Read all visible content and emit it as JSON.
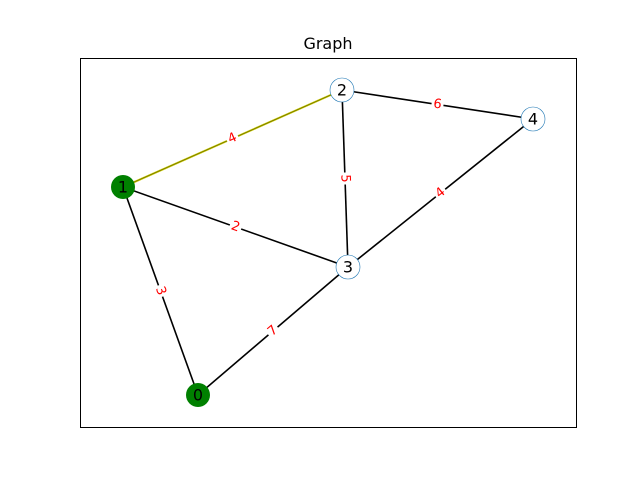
{
  "title": "Graph",
  "colors": {
    "edge": "#000000",
    "highlight_edge": "#c8c800",
    "visited_node": "#008000",
    "unvisited_node": "#ffffff",
    "unvisited_node_stroke": "#1f77b4",
    "edge_label": "#ff0000"
  },
  "nodes": [
    {
      "id": "0",
      "label": "0",
      "state": "visited"
    },
    {
      "id": "1",
      "label": "1",
      "state": "visited"
    },
    {
      "id": "2",
      "label": "2",
      "state": "unvisited"
    },
    {
      "id": "3",
      "label": "3",
      "state": "unvisited"
    },
    {
      "id": "4",
      "label": "4",
      "state": "unvisited"
    }
  ],
  "edges": [
    {
      "source": "1",
      "target": "2",
      "weight": "4",
      "highlighted": true
    },
    {
      "source": "2",
      "target": "4",
      "weight": "6",
      "highlighted": false
    },
    {
      "source": "2",
      "target": "3",
      "weight": "5",
      "highlighted": false
    },
    {
      "source": "1",
      "target": "3",
      "weight": "2",
      "highlighted": false
    },
    {
      "source": "3",
      "target": "4",
      "weight": "4",
      "highlighted": false
    },
    {
      "source": "1",
      "target": "0",
      "weight": "3",
      "highlighted": false
    },
    {
      "source": "0",
      "target": "3",
      "weight": "7",
      "highlighted": false
    }
  ]
}
